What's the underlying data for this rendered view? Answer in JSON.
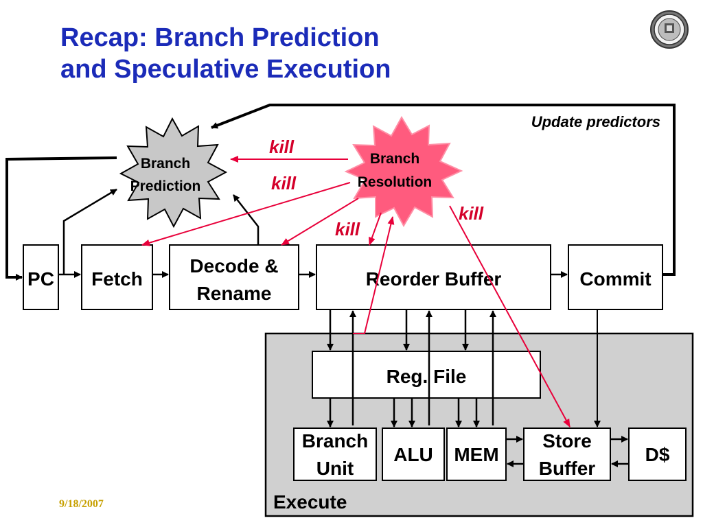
{
  "title": {
    "line1": "Recap: Branch Prediction",
    "line2": "and Speculative Execution"
  },
  "footer": {
    "date": "9/18/2007"
  },
  "logo": {
    "icon": "university-seal"
  },
  "colors": {
    "title": "#1b2bb8",
    "kill": "#d4002a",
    "branch_prediction_fill": "#c8c8c8",
    "branch_resolution_fill": "#ff5b7e",
    "execute_fill": "#d0d0d0",
    "date": "#c7a000"
  },
  "diagram": {
    "update_predictors": "Update predictors",
    "branch_prediction": {
      "line1": "Branch",
      "line2": "Prediction"
    },
    "branch_resolution": {
      "line1": "Branch",
      "line2": "Resolution"
    },
    "kill_labels": [
      "kill",
      "kill",
      "kill",
      "kill"
    ],
    "pipeline": {
      "pc": "PC",
      "fetch": "Fetch",
      "decode_line1": "Decode &",
      "decode_line2": "Rename",
      "rob": "Reorder Buffer",
      "commit": "Commit"
    },
    "execute": {
      "label": "Execute",
      "reg_file": "Reg. File",
      "branch_unit_line1": "Branch",
      "branch_unit_line2": "Unit",
      "alu": "ALU",
      "mem": "MEM",
      "store_buffer_line1": "Store",
      "store_buffer_line2": "Buffer",
      "dcache": "D$"
    }
  }
}
